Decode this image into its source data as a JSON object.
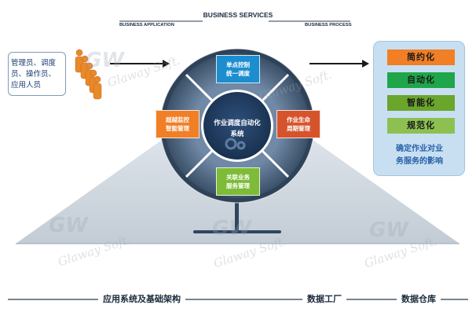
{
  "header": {
    "title": "BUSINESS SERVICES",
    "left": "BUSINESS APPLICATION",
    "right": "BUSINESS PROCESS"
  },
  "users": {
    "lines": [
      "管理员、调度",
      "员、操作员、",
      "应用人员"
    ]
  },
  "ring": {
    "center": [
      "作业调度自动化",
      "系统"
    ],
    "top": [
      "单点控制",
      "统一调度"
    ],
    "left": [
      "超越监控",
      "智能管理"
    ],
    "right": [
      "作业生命",
      "周期管理"
    ],
    "bottom": [
      "关联业务",
      "服务管理"
    ]
  },
  "benefits": {
    "items": [
      "简约化",
      "自动化",
      "智能化",
      "规范化"
    ],
    "colors": [
      "#f07f26",
      "#1fa64a",
      "#6aa52c",
      "#8cc152"
    ],
    "summary": [
      "确定作业对业",
      "务服务的影响"
    ]
  },
  "footer": {
    "labels": [
      "应用系统及基础架构",
      "数据工厂",
      "数据仓库"
    ]
  },
  "watermark": {
    "logo": "GW",
    "text": "Glaway Soft."
  },
  "colors": {
    "ring_dark": "#33475e",
    "ring_inner": "#5c7593",
    "top_box": "#1c8ed0",
    "left_box": "#f07f26",
    "right_box": "#d6542c",
    "bottom_box": "#7dbb38",
    "figure": "#e8892a"
  }
}
